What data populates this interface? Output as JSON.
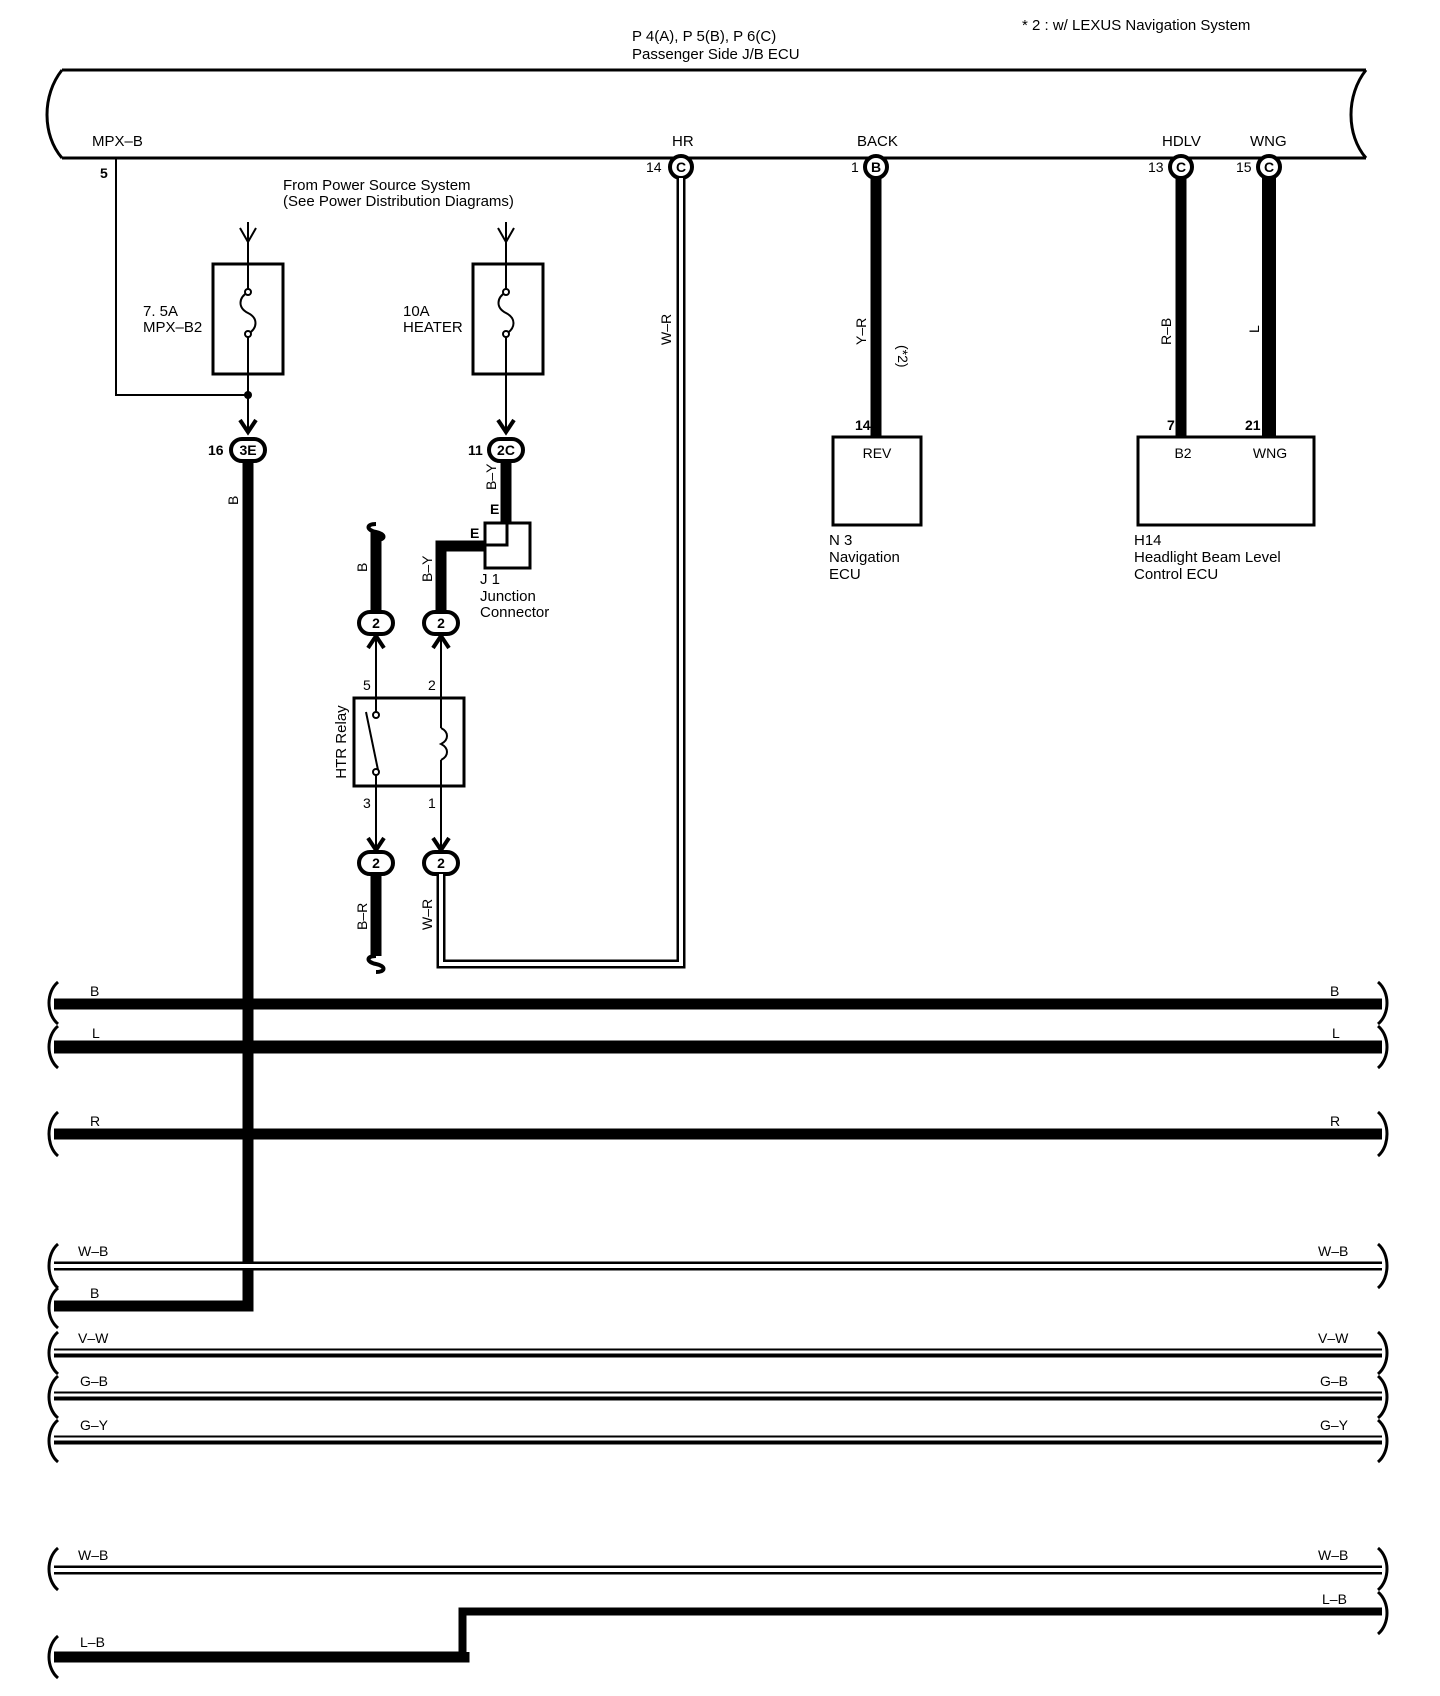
{
  "header": {
    "note": "* 2 : w/ LEXUS Navigation System",
    "ecu_connectors": "P 4(A), P 5(B), P 6(C)",
    "ecu_name": "Passenger Side J/B ECU"
  },
  "ecu_terminals": {
    "mpx_b": "MPX–B",
    "mpx_b_pin": "5",
    "hr": "HR",
    "hr_pin": "14",
    "hr_conn": "C",
    "back": "BACK",
    "back_pin": "1",
    "back_conn": "B",
    "hdlv": "HDLV",
    "hdlv_pin": "13",
    "hdlv_conn": "C",
    "wng": "WNG",
    "wng_pin": "15",
    "wng_conn": "C"
  },
  "power_source": {
    "line1": "From Power Source System",
    "line2": "(See Power Distribution Diagrams)"
  },
  "fuses": {
    "mpx_amp": "7. 5A",
    "mpx_name": "MPX–B2",
    "heater_amp": "10A",
    "heater_name": "HEATER"
  },
  "connectors": {
    "c3e": "3E",
    "c3e_pin": "16",
    "c2c": "2C",
    "c2c_pin": "11",
    "two": "2"
  },
  "junction": {
    "id": "J 1",
    "name1": "Junction",
    "name2": "Connector",
    "pin": "E"
  },
  "relay": {
    "name": "HTR Relay",
    "pin5": "5",
    "pin2": "2",
    "pin3": "3",
    "pin1": "1"
  },
  "navigation_ecu": {
    "pin": "14",
    "terminal": "REV",
    "id": "N 3",
    "name1": "Navigation",
    "name2": "ECU"
  },
  "headlight_ecu": {
    "pin_b2": "7",
    "pin_wng": "21",
    "terminal_b2": "B2",
    "terminal_wng": "WNG",
    "id": "H14",
    "name1": "Headlight Beam Level",
    "name2": "Control ECU"
  },
  "wire_colors": {
    "b": "B",
    "wr": "W–R",
    "yr": "Y–R",
    "star2": "(*2)",
    "rb": "R–B",
    "l": "L",
    "by": "B–Y",
    "br": "B–R",
    "r": "R",
    "wb": "W–B",
    "vw": "V–W",
    "gb": "G–B",
    "gy": "G–Y",
    "lb": "L–B"
  }
}
